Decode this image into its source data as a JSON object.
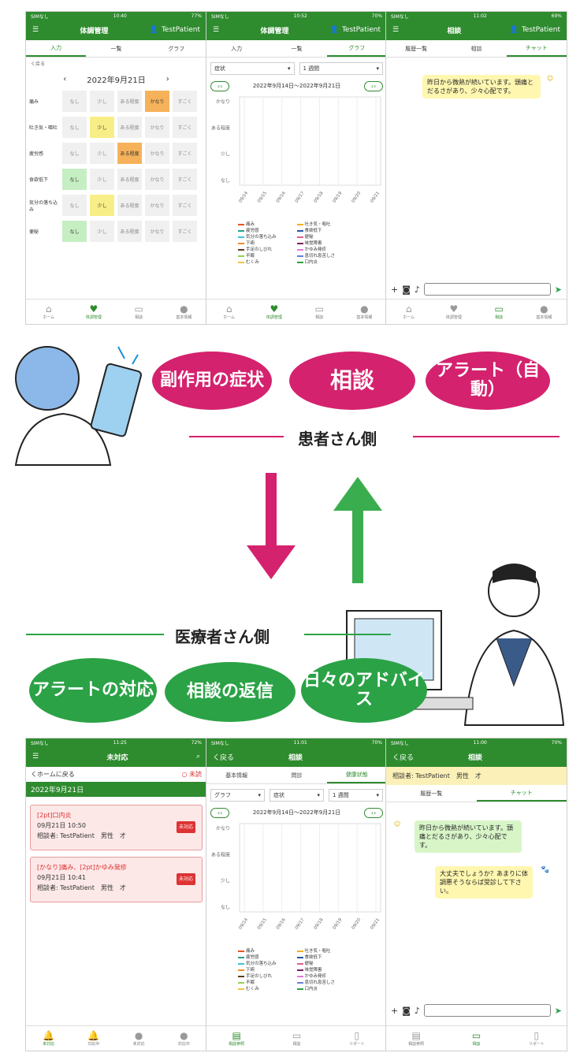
{
  "status": {
    "p1": {
      "left": "SIMなし",
      "time": "10:40",
      "battery": "77%"
    },
    "p2": {
      "left": "SIMなし",
      "time": "10:52",
      "battery": "70%"
    },
    "p3": {
      "left": "SIMなし",
      "time": "11:02",
      "battery": "69%"
    },
    "p4": {
      "left": "SIMなし",
      "time": "11:25",
      "battery": "72%"
    },
    "p5": {
      "left": "SIMなし",
      "time": "11:01",
      "battery": "70%"
    },
    "p6": {
      "left": "SIMなし",
      "time": "11:00",
      "battery": "70%"
    }
  },
  "patient_app": {
    "user": "TestPatient",
    "title_condition": "体調管理",
    "title_consult": "相談",
    "tabs_condition": [
      "入力",
      "一覧",
      "グラフ"
    ],
    "tabs_consult": [
      "履歴一覧",
      "相談",
      "チャット"
    ],
    "back": "く戻る",
    "date": "2022年9月21日",
    "rows": [
      {
        "label": "痛み",
        "cells": [
          "なし",
          "少し",
          "ある程度",
          "かなり",
          "すごく"
        ],
        "selected": 3
      },
      {
        "label": "吐き気・嘔吐",
        "cells": [
          "なし",
          "少し",
          "ある程度",
          "かなり",
          "すごく"
        ],
        "selected": 1
      },
      {
        "label": "疲労感",
        "cells": [
          "なし",
          "少し",
          "ある程度",
          "かなり",
          "すごく"
        ],
        "selected": 2
      },
      {
        "label": "食欲低下",
        "cells": [
          "なし",
          "少し",
          "ある程度",
          "かなり",
          "すごく"
        ],
        "selected": 0
      },
      {
        "label": "気分の落ち込み",
        "cells": [
          "なし",
          "少し",
          "ある程度",
          "かなり",
          "すごく"
        ],
        "selected": 1
      },
      {
        "label": "便秘",
        "cells": [
          "なし",
          "少し",
          "ある程度",
          "かなり",
          "すごく"
        ],
        "selected": 0
      }
    ],
    "nav": [
      "ホーム",
      "体調管理",
      "相談",
      "基本情報"
    ],
    "select_symptom": "症状",
    "select_period": "1 週間",
    "range": "2022年9月14日〜2022年9月21日",
    "chat_message": "昨日から微熱が続いています。頭痛とだるさがあり、少々心配です。"
  },
  "middle": {
    "patient_pills": [
      "副作用の症状",
      "相談",
      "アラート（自動）"
    ],
    "patient_label": "患者さん側",
    "provider_label": "医療者さん側",
    "provider_pills": [
      "アラートの対応",
      "相談の返信",
      "日々のアドバイス"
    ]
  },
  "provider_app": {
    "title_alert": "未対応",
    "back_home": "くホームに戻る",
    "unread": "未読",
    "date_header": "2022年9月21日",
    "alerts": [
      {
        "title": "[2pt]口内炎",
        "time": "09月21日 10:50",
        "who": "相談者: TestPatient　男性　才",
        "badge": "未対応"
      },
      {
        "title": "[かなり]痛み、[2pt]かゆみ発疹",
        "time": "09月21日 10:41",
        "who": "相談者: TestPatient　男性　才",
        "badge": "未対応"
      }
    ],
    "nav_alert": [
      "未対応",
      "対応中",
      "未対応",
      "対応中"
    ],
    "back": "く戻る",
    "title_consult": "相談",
    "tabs_consult": [
      "基本情報",
      "問診",
      "健康状態"
    ],
    "select_type": "グラフ",
    "select_symptom": "症状",
    "select_period": "1 週間",
    "range": "2022年9月14日〜2022年9月21日",
    "nav_consult": [
      "相談参照",
      "相談",
      "リポート"
    ],
    "consultant": "相談者: TestPatient　男性　才",
    "tabs_chat": [
      "履歴一覧",
      "チャット"
    ],
    "msg_patient": "昨日から微熱が続いています。頭痛とだるさがあり、少々心配です。",
    "msg_reply": "大丈夫でしょうか？あまりに体調悪そうならば受診して下さい。"
  },
  "chart_data": {
    "type": "line",
    "x": [
      "09/14",
      "09/15",
      "09/16",
      "09/17",
      "09/18",
      "09/19",
      "09/20",
      "09/21"
    ],
    "y_labels": [
      "なし",
      "少し",
      "ある程度",
      "かなり"
    ],
    "series": [
      {
        "name": "痛み",
        "color": "#e8531e"
      },
      {
        "name": "吐き気・嘔吐",
        "color": "#f2b01e"
      },
      {
        "name": "疲労感",
        "color": "#2a9d8f"
      },
      {
        "name": "食欲低下",
        "color": "#2457a6"
      },
      {
        "name": "気分の落ち込み",
        "color": "#3cc0e0"
      },
      {
        "name": "便秘",
        "color": "#e06080"
      },
      {
        "name": "下痢",
        "color": "#f28c28"
      },
      {
        "name": "味覚障害",
        "color": "#7a1f5c"
      },
      {
        "name": "手足のしびれ",
        "color": "#5a3d1e"
      },
      {
        "name": "かゆみ発疹",
        "color": "#e07ad8"
      },
      {
        "name": "不眠",
        "color": "#8fd14f"
      },
      {
        "name": "息切れ息苦しさ",
        "color": "#6b7fd7"
      },
      {
        "name": "むくみ",
        "color": "#f5c242"
      },
      {
        "name": "口内炎",
        "color": "#2ba246"
      }
    ]
  }
}
